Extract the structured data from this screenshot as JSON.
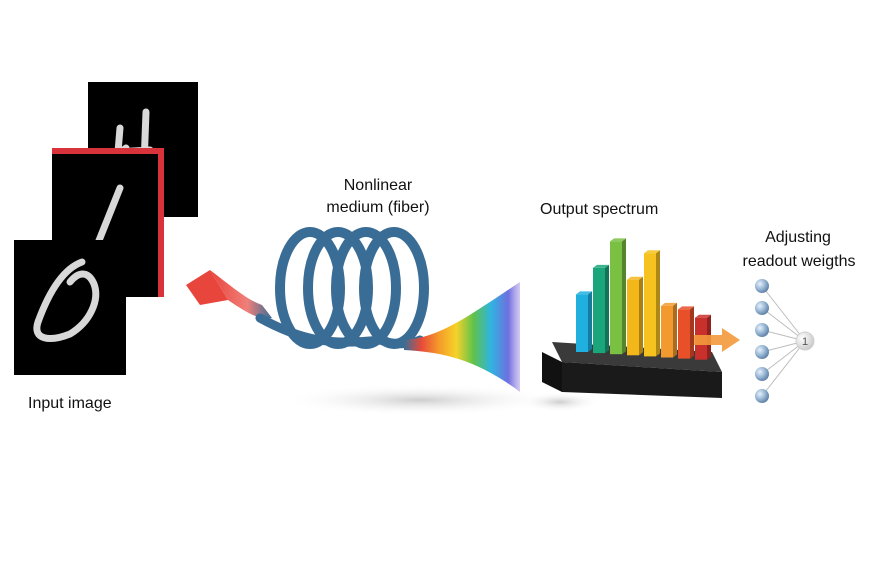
{
  "labels": {
    "input_image": "Input image",
    "medium_line1": "Nonlinear",
    "medium_line2": "medium (fiber)",
    "output_spectrum": "Output spectrum",
    "readout_line1": "Adjusting",
    "readout_line2": "readout weigths",
    "output_node": "1"
  },
  "input_digits": [
    "4",
    "1",
    "0"
  ],
  "spectrum": {
    "bar_colors": [
      "#1fb0e0",
      "#1aa57a",
      "#79c043",
      "#f4b71a",
      "#f6c21f",
      "#f29a2e",
      "#e8502a",
      "#c9302c"
    ],
    "relative_heights": [
      0.48,
      0.71,
      0.94,
      0.63,
      0.86,
      0.43,
      0.41,
      0.35
    ]
  },
  "readout": {
    "input_node_count": 6,
    "output_node_count": 1
  },
  "colors": {
    "fiber": "#3a6d96",
    "fiber_inlet": "#e8453c",
    "arrow": "#f39a3b",
    "node": "#8fb4d6",
    "platform": "#1a1a1a"
  }
}
